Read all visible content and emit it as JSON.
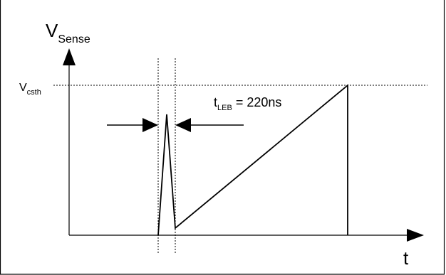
{
  "page_title": "Leading Edge Blanking",
  "diagram": {
    "y_axis_label_main": "V",
    "y_axis_label_sub": "Sense",
    "x_axis_label": "t",
    "threshold_label_main": "V",
    "threshold_label_sub": "csth",
    "blanking_label_main": "t",
    "blanking_label_sub": "LEB",
    "blanking_value": " = 220ns",
    "colors": {
      "line": "#000000",
      "background": "#ffffff"
    }
  }
}
